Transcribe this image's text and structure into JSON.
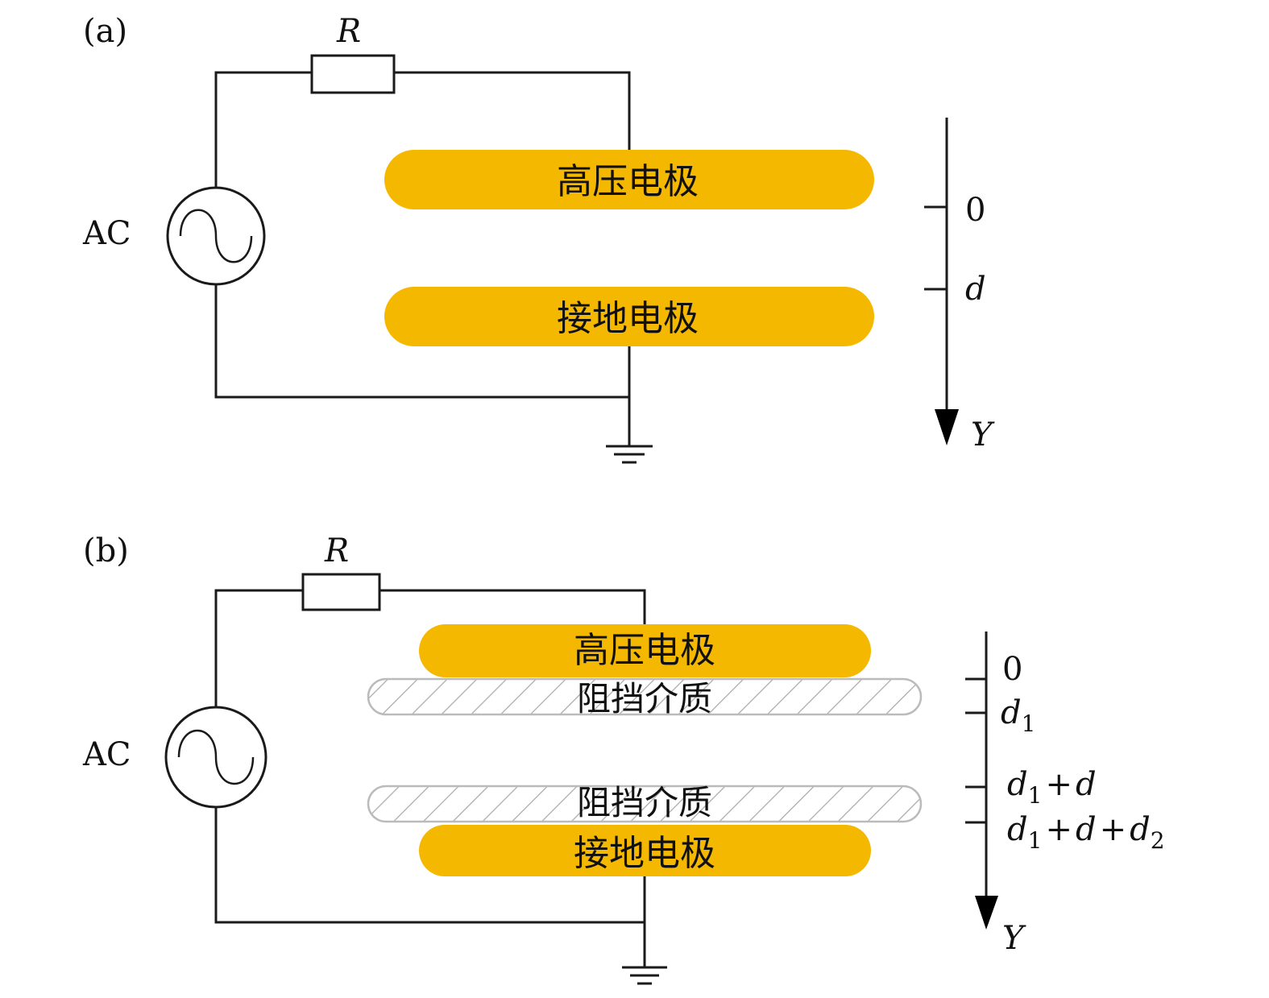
{
  "panel_a": {
    "tag": "(a)",
    "resistor": "R",
    "source": "AC",
    "top_electrode": "高压电极",
    "bottom_electrode": "接地电极",
    "axis": {
      "ticks": [
        "0",
        "d"
      ],
      "label": "Y"
    }
  },
  "panel_b": {
    "tag": "(b)",
    "resistor": "R",
    "source": "AC",
    "top_electrode": "高压电极",
    "dielectric_top": "阻挡介质",
    "dielectric_bottom": "阻挡介质",
    "bottom_electrode": "接地电极",
    "axis": {
      "ticks": [
        "0",
        "d",
        "1",
        "d",
        "1",
        "+",
        "d",
        "d",
        "1",
        "+",
        "d",
        "+",
        "d",
        "2"
      ],
      "label": "Y"
    }
  },
  "colors": {
    "electrode": "#F5B800",
    "dielectric_stroke": "#bbbbbb",
    "wire": "#1a1a1a"
  }
}
